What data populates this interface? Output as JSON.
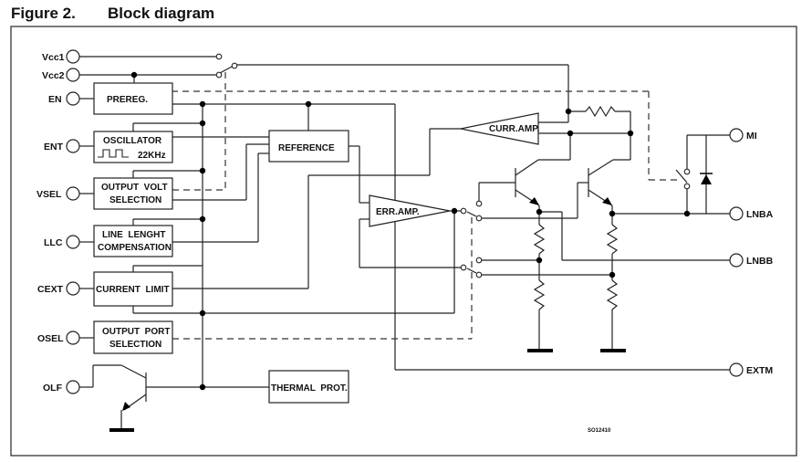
{
  "figure": {
    "number": "Figure 2.",
    "title": "Block diagram"
  },
  "pins_left": {
    "vcc1": "Vcc1",
    "vcc2": "Vcc2",
    "en": "EN",
    "ent": "ENT",
    "vsel": "VSEL",
    "llc": "LLC",
    "cext": "CEXT",
    "osel": "OSEL",
    "olf": "OLF"
  },
  "pins_right": {
    "mi": "MI",
    "lnba": "LNBA",
    "lnbb": "LNBB",
    "extm": "EXTM"
  },
  "blocks": {
    "prereg": "PREREG.",
    "oscillator_line1": "OSCILLATOR",
    "oscillator_freq": "22KHz",
    "output_volt_line1": "OUTPUT  VOLT",
    "output_volt_line2": "SELECTION",
    "line_length_line1": "LINE  LENGHT",
    "line_length_line2": "COMPENSATION",
    "current_limit": "CURRENT  LIMIT",
    "output_port_line1": "OUTPUT  PORT",
    "output_port_line2": "SELECTION",
    "thermal_prot": "THERMAL  PROT.",
    "reference": "REFERENCE",
    "err_amp": "ERR.AMP.",
    "curr_amp": "CURR.AMP."
  },
  "footer_code": "SO12410"
}
